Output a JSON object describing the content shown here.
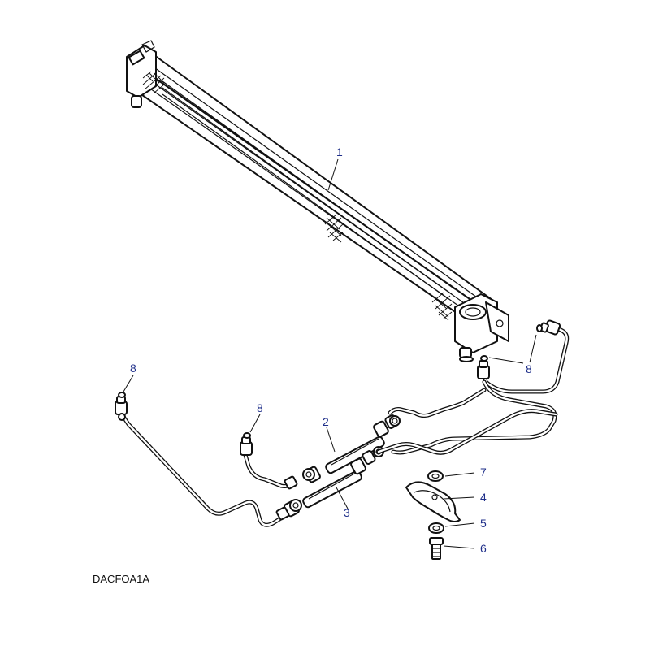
{
  "diagram_code": "DACFOA1A",
  "callouts": {
    "c1": "1",
    "c2": "2",
    "c3": "3",
    "c4": "4",
    "c5": "5",
    "c6": "6",
    "c7": "7",
    "c8a": "8",
    "c8b": "8",
    "c8c": "8"
  },
  "colors": {
    "callout_text": "#1f2f8a",
    "line_art": "#111111",
    "background": "#ffffff"
  }
}
